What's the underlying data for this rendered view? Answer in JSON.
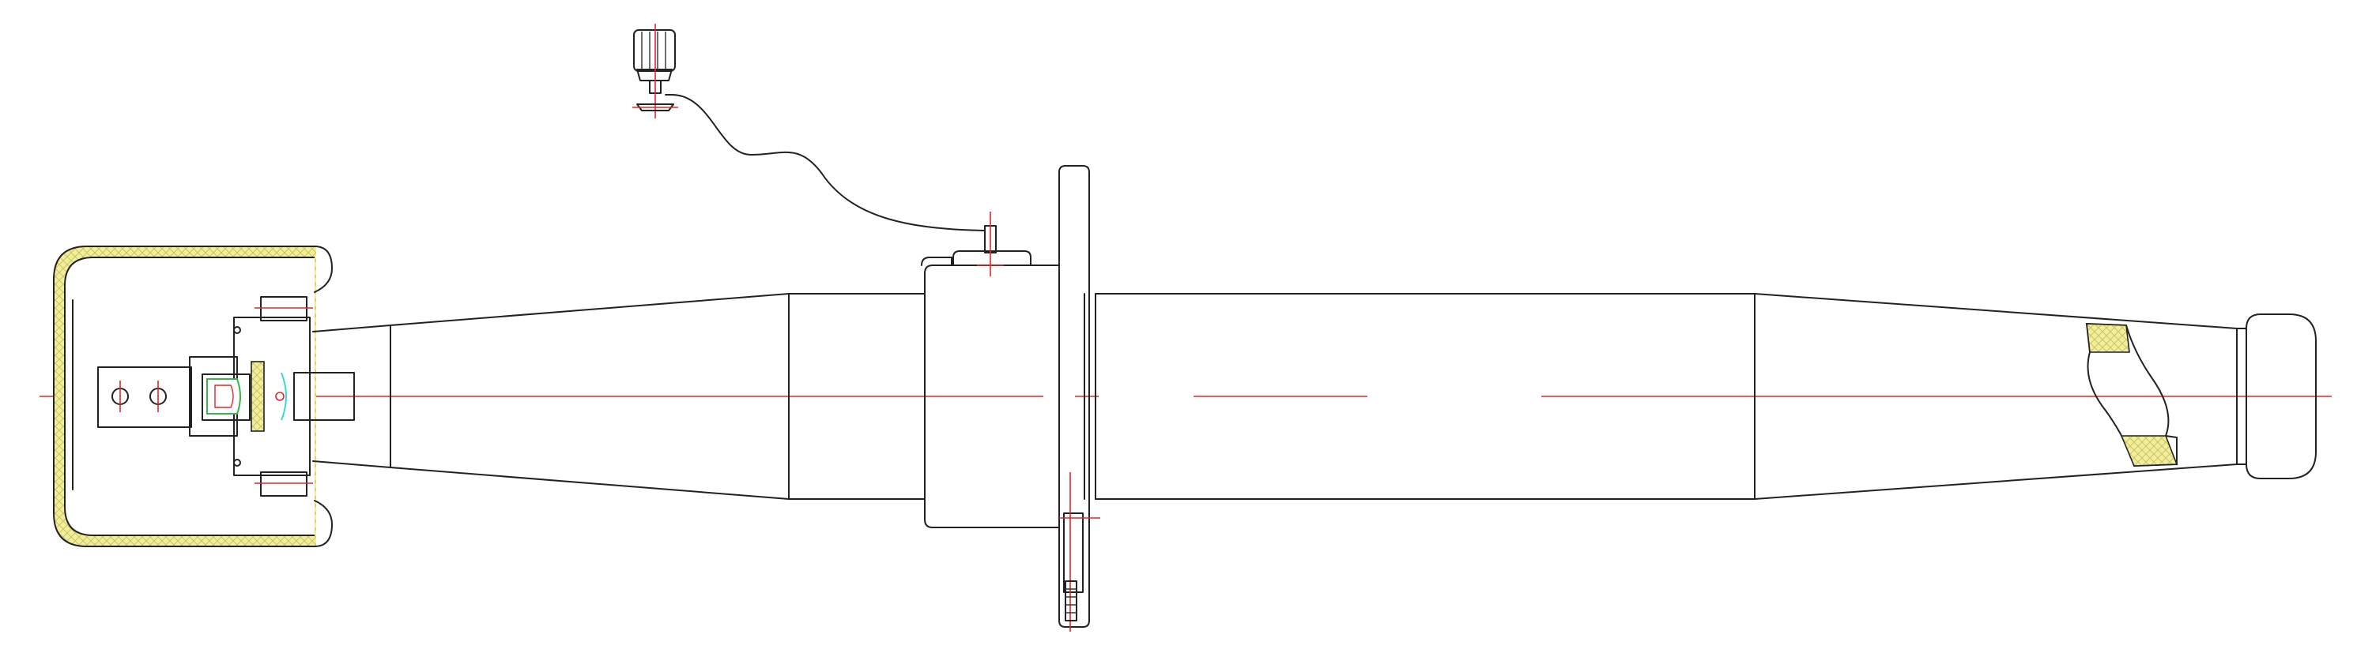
{
  "drawing": {
    "colors": {
      "outline": "#222222",
      "centerline": "#e4262c",
      "insulation_fill": "#f2ee9a",
      "cyan_detail": "#3bd6d6",
      "green_detail": "#39b54a"
    },
    "parts": [
      "terminal-housing",
      "connector-block",
      "taper-cone-left",
      "body-tube",
      "mounting-flange",
      "body-tube-right",
      "taper-cone-right",
      "end-cap",
      "earthing-lead",
      "knurled-knob",
      "drain-screw"
    ]
  }
}
